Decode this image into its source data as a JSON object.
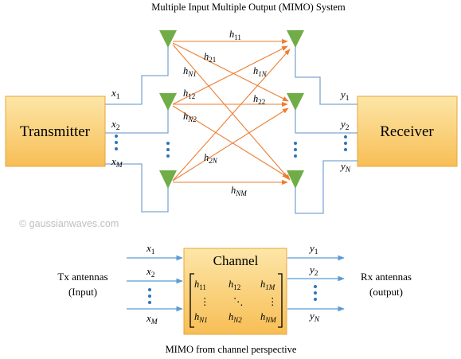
{
  "title": "Multiple Input Multiple Output (MIMO) System",
  "transmitter": {
    "label": "Transmitter"
  },
  "receiver": {
    "label": "Receiver"
  },
  "tx_signals": {
    "x1": "x",
    "x1_sub": "1",
    "x2": "x",
    "x2_sub": "2",
    "xm": "x",
    "xm_sub": "M"
  },
  "rx_signals": {
    "y1": "y",
    "y1_sub": "1",
    "y2": "y",
    "y2_sub": "2",
    "yn": "y",
    "yn_sub": "N"
  },
  "channel_labels": {
    "h11": {
      "base": "h",
      "sub": "11"
    },
    "h21": {
      "base": "h",
      "sub": "21"
    },
    "hN1": {
      "base": "h",
      "sub": "N1"
    },
    "h1N": {
      "base": "h",
      "sub": "1N"
    },
    "h12": {
      "base": "h",
      "sub": "12"
    },
    "h22": {
      "base": "h",
      "sub": "22"
    },
    "hN2": {
      "base": "h",
      "sub": "N2"
    },
    "h2N": {
      "base": "h",
      "sub": "2N"
    },
    "hNM": {
      "base": "h",
      "sub": "NM"
    }
  },
  "watermark": "© gaussianwaves.com",
  "bottom": {
    "tx_label_line1": "Tx antennas",
    "tx_label_line2": "(Input)",
    "rx_label_line1": "Rx antennas",
    "rx_label_line2": "(output)",
    "channel_title": "Channel",
    "inputs": [
      {
        "base": "x",
        "sub": "1"
      },
      {
        "base": "x",
        "sub": "2"
      },
      {
        "base": "x",
        "sub": "M"
      }
    ],
    "outputs": [
      {
        "base": "y",
        "sub": "1"
      },
      {
        "base": "y",
        "sub": "2"
      },
      {
        "base": "y",
        "sub": "N"
      }
    ],
    "matrix": {
      "r1c1": {
        "base": "h",
        "sub": "11"
      },
      "r1c2": {
        "base": "h",
        "sub": "12"
      },
      "r1c3": {
        "base": "h",
        "sub": "1M"
      },
      "r2c1": "⋮",
      "r2c2": "⋱",
      "r2c3": "⋮",
      "r3c1": {
        "base": "h",
        "sub": "N1"
      },
      "r3c2": {
        "base": "h",
        "sub": "N2"
      },
      "r3c3": {
        "base": "h",
        "sub": "NM"
      }
    },
    "caption": "MIMO from channel perspective"
  },
  "colors": {
    "box_fill_top": "#FDE6A8",
    "box_fill_bottom": "#F7BE55",
    "box_stroke": "#E9A53A",
    "antenna": "#70AD47",
    "wire": "#7FA7CF",
    "link": "#ED7D31",
    "arrow": "#5B9BD5",
    "dots": "#2E75B6",
    "watermark": "#BFBFBF"
  }
}
